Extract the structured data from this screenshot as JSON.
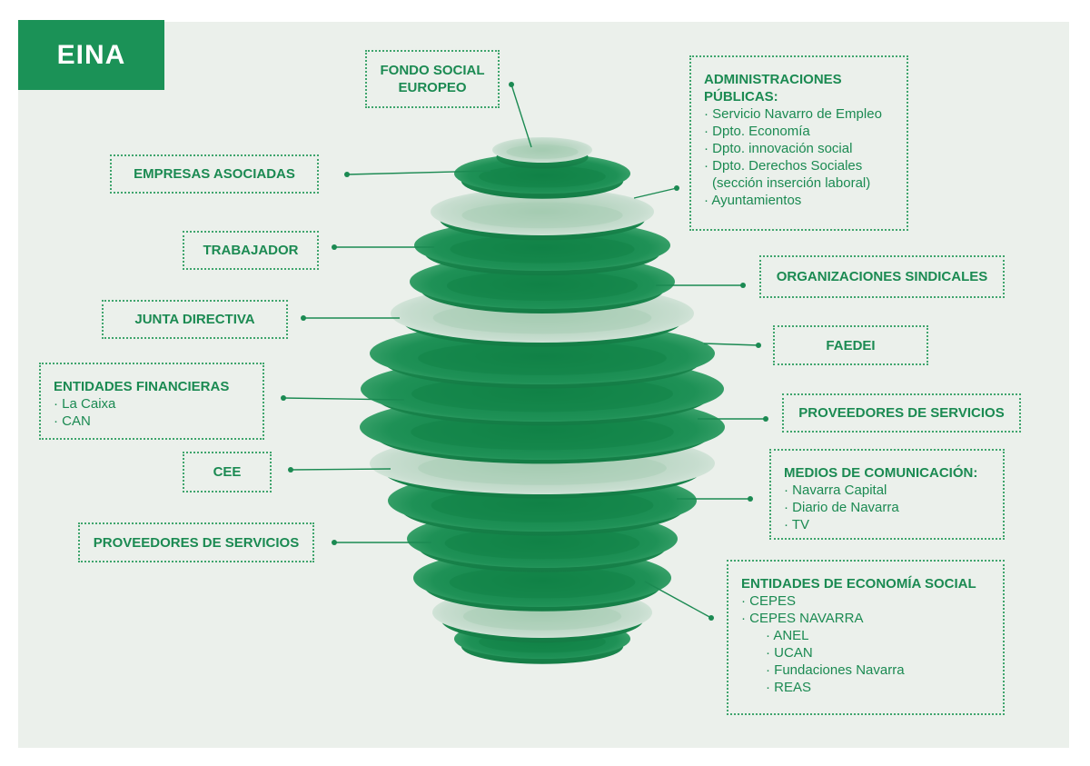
{
  "header": {
    "title": "EINA"
  },
  "colors": {
    "brand": "#1b9257",
    "text": "#1b8a52",
    "panel": "#ebf0eb",
    "disk_dark": "#1e9156",
    "disk_light": "#c5dccd"
  },
  "labels": {
    "fondo_social": "FONDO SOCIAL EUROPEO",
    "empresas": "EMPRESAS ASOCIADAS",
    "trabajador": "TRABAJADOR",
    "junta": "JUNTA DIRECTIVA",
    "cee": "CEE",
    "proveedores_left": "PROVEEDORES DE SERVICIOS",
    "sindicales": "ORGANIZACIONES SINDICALES",
    "faedei": "FAEDEI",
    "proveedores_right": "PROVEEDORES DE SERVICIOS"
  },
  "admin": {
    "title": "ADMINISTRACIONES PÚBLICAS:",
    "items": [
      "· Servicio Navarro de Empleo",
      "· Dpto. Economía",
      "· Dpto. innovación social",
      "· Dpto. Derechos Sociales",
      "(sección inserción laboral)",
      "· Ayuntamientos"
    ]
  },
  "financieras": {
    "title": "ENTIDADES FINANCIERAS",
    "items": [
      "· La Caixa",
      "· CAN"
    ]
  },
  "medios": {
    "title": "MEDIOS DE COMUNICACIÓN:",
    "items": [
      "· Navarra Capital",
      "· Diario de Navarra",
      "· TV"
    ]
  },
  "economia": {
    "title": "ENTIDADES DE ECONOMÍA SOCIAL",
    "items": [
      "· CEPES",
      "· CEPES NAVARRA"
    ],
    "subitems": [
      "· ANEL",
      "· UCAN",
      "· Fundaciones Navarra",
      "· REAS"
    ]
  }
}
